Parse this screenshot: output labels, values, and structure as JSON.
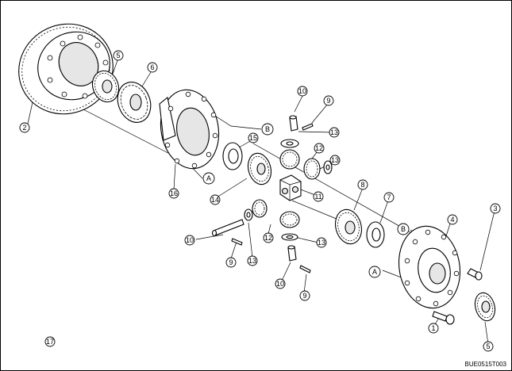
{
  "diagram": {
    "reference_code": "BUE0515T003",
    "labels": {
      "ring_gear": "2",
      "pinion_5_top": "5",
      "gear_6": "6",
      "case_16": "16",
      "letter_a_left": "A",
      "letter_b_left": "B",
      "shaft_10_top": "10",
      "pin_9_top": "9",
      "washer_13_a": "13",
      "washer_15": "15",
      "gear_12_top": "12",
      "washer_13_b": "13",
      "side_gear_14": "14",
      "block_11": "11",
      "gear_8": "8",
      "washer_7": "7",
      "gear_12_bottom": "12",
      "washer_13_c": "13",
      "shaft_10_left": "10",
      "pin_9_left": "9",
      "washer_13_d": "13",
      "shaft_10_bottom": "10",
      "pin_9_bottom": "9",
      "letter_b_right": "B",
      "letter_a_right": "A",
      "case_4": "4",
      "bolt_3": "3",
      "bolt_1": "1",
      "pinion_5_bottom": "5",
      "note_17": "17"
    }
  }
}
